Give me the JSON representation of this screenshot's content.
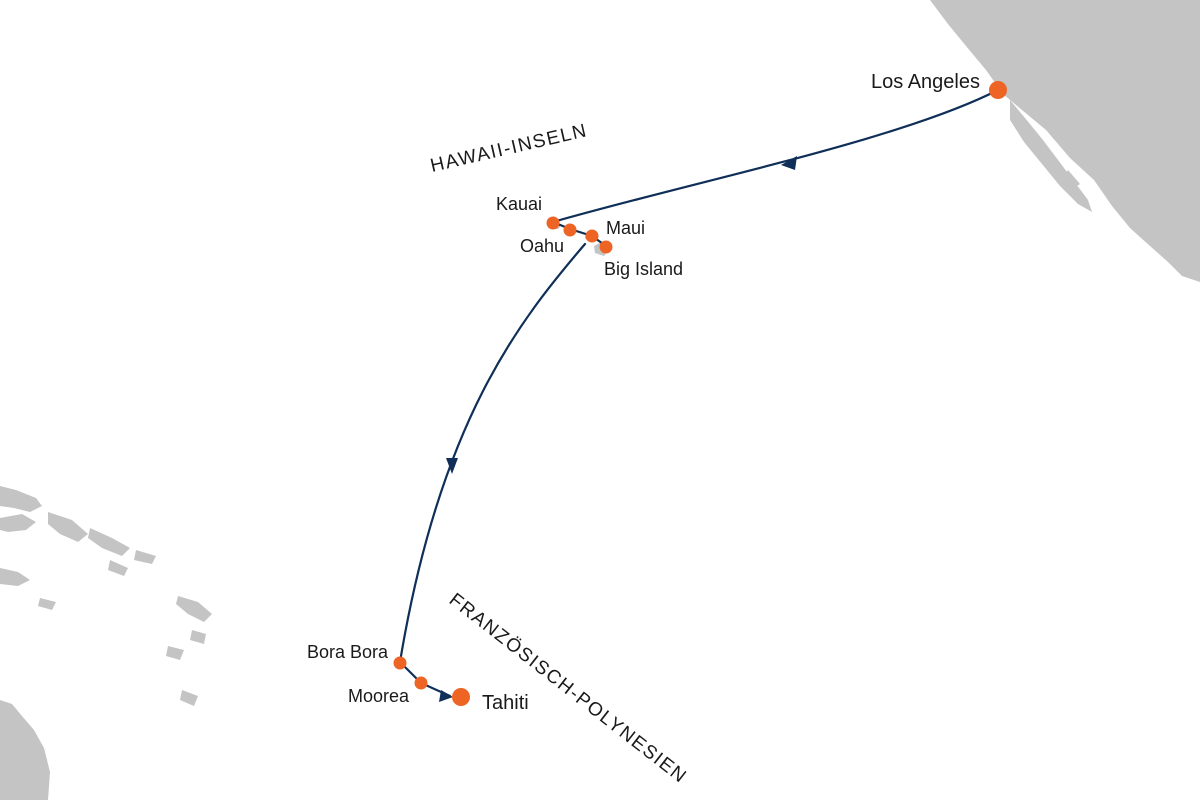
{
  "map": {
    "regions": {
      "hawaii": "HAWAII-INSELN",
      "polynesia": "FRANZÖSISCH-POLYNESIEN"
    },
    "ports": {
      "los_angeles": "Los Angeles",
      "kauai": "Kauai",
      "oahu": "Oahu",
      "maui": "Maui",
      "big_island": "Big Island",
      "bora_bora": "Bora Bora",
      "moorea": "Moorea",
      "tahiti": "Tahiti"
    },
    "colors": {
      "land": "#c4c4c4",
      "water": "#ffffff",
      "route": "#0f2f58",
      "port_marker": "#ee6425"
    },
    "icons": [
      "port-marker-icon",
      "route-direction-arrow-icon"
    ]
  }
}
